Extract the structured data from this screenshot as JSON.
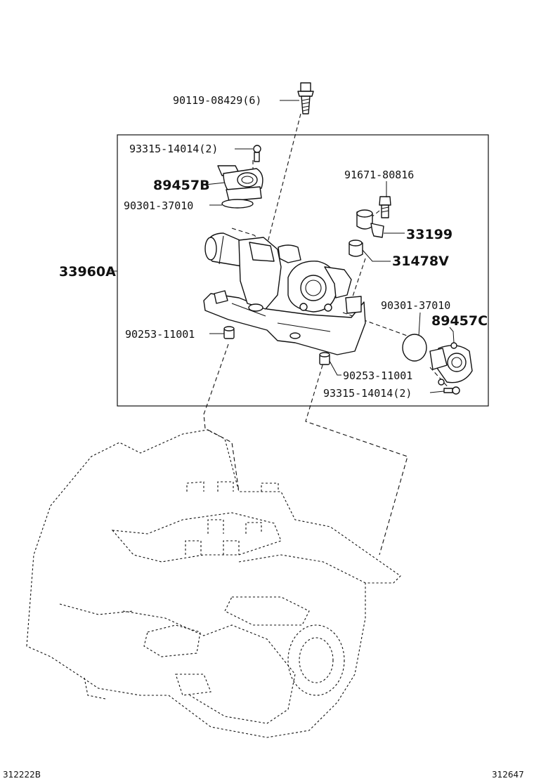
{
  "callouts": {
    "bolt_top": "90119-08429(6)",
    "bolt_b": "93315-14014(2)",
    "sensor_b": "89457B",
    "oring_b": "90301-37010",
    "bolt_33199": "91671-80816",
    "part_33199": "33199",
    "part_31478": "31478V",
    "assembly": "33960A",
    "oring_c": "90301-37010",
    "sensor_c": "89457C",
    "pin_left": "90253-11001",
    "pin_right": "90253-11001",
    "bolt_c": "93315-14014(2)"
  },
  "footer": {
    "left_code": "312222B",
    "right_code": "312647"
  }
}
